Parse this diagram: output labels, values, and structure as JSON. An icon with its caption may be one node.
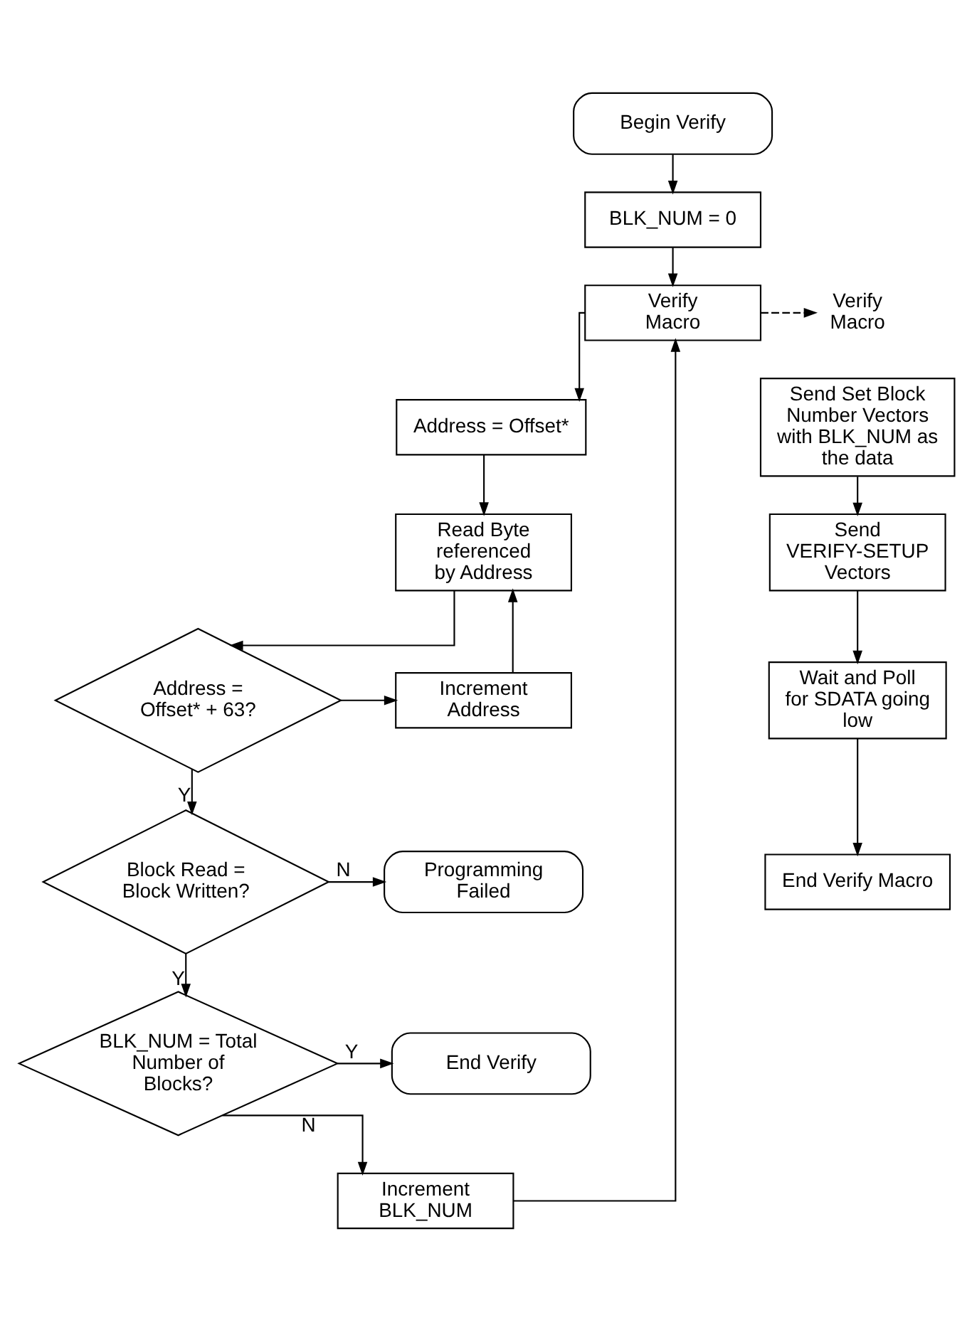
{
  "diagram": {
    "nodes": [
      {
        "text": [
          "Begin Verify"
        ]
      },
      {
        "text": [
          "BLK_NUM = 0"
        ]
      },
      {
        "text": [
          "Verify Macro"
        ]
      },
      {
        "text": [
          "Address = Offset*"
        ]
      },
      {
        "text": [
          "Read Byte referenced by Address"
        ]
      },
      {
        "text": [
          "Increment Address"
        ]
      },
      {
        "text": [
          "Address = Offset* + 63?"
        ]
      },
      {
        "text": [
          "Block Read = Block Written?"
        ]
      },
      {
        "text": [
          "Programming Failed"
        ]
      },
      {
        "text": [
          "Increment BLK_NUM"
        ]
      },
      {
        "text": [
          "BLK_NUM = Total Number of Blocks?"
        ]
      },
      {
        "text": [
          "End Verify"
        ]
      },
      {
        "text": [
          "Verify Macro"
        ]
      },
      {
        "text": [
          "Send Set Block Number Vectors with BLK_NUM as the data"
        ]
      },
      {
        "text": [
          "Send VERIFY-SETUP Vectors"
        ]
      },
      {
        "text": [
          "Wait and Poll for SDATA going low"
        ]
      },
      {
        "text": [
          "End Verify Macro"
        ]
      }
    ],
    "edges": [
      {
        "from": 0,
        "to": 1,
        "arrow": "to"
      },
      {
        "from": 1,
        "to": 2,
        "arrow": "to"
      },
      {
        "from": 2,
        "to": 3,
        "arrow": "to"
      },
      {
        "from": 3,
        "to": 4,
        "arrow": "to"
      },
      {
        "from": 4,
        "to": 6,
        "arrow": "to"
      },
      {
        "from": 6,
        "to": 5,
        "arrow": "to"
      },
      {
        "from": 5,
        "to": 4,
        "arrow": "to"
      },
      {
        "from": 6,
        "to": 7,
        "arrow": "to",
        "label": "Y"
      },
      {
        "from": 7,
        "to": 8,
        "arrow": "to",
        "label": "N"
      },
      {
        "from": 7,
        "to": 10,
        "arrow": "to",
        "label": "Y"
      },
      {
        "from": 10,
        "to": 11,
        "arrow": "to",
        "label": "Y"
      },
      {
        "from": 10,
        "to": 9,
        "arrow": "to",
        "label": "N"
      },
      {
        "from": 9,
        "to": 2,
        "arrow": "to"
      },
      {
        "from": 2,
        "to": 12,
        "arrow": "to",
        "style": "dashed"
      },
      {
        "from": 13,
        "to": 14,
        "arrow": "to"
      },
      {
        "from": 14,
        "to": 15,
        "arrow": "to"
      },
      {
        "from": 15,
        "to": 16,
        "arrow": "to"
      }
    ]
  }
}
